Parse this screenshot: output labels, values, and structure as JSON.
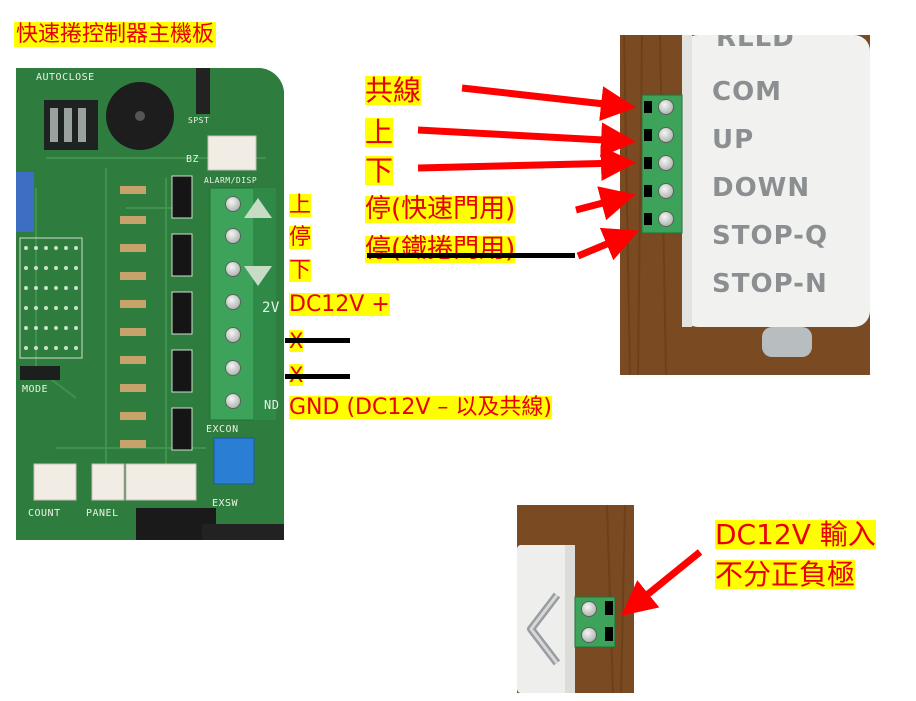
{
  "title": "快速捲控制器主機板",
  "pcb": {
    "labels": {
      "autoclose": "AUTOCLOSE",
      "bz": "BZ",
      "spst": "SPST",
      "alarm": "ALARM/DISP",
      "mode": "MODE",
      "excon": "EXCON",
      "exsw": "EXSW",
      "count": "COUNT",
      "panel": "PANEL",
      "volt": "2V",
      "nd": "ND"
    }
  },
  "terminal_labels": [
    "上",
    "停",
    "下",
    "DC12V +",
    "X",
    "X",
    "GND (DC12V – 以及共線)"
  ],
  "box_labels": {
    "top_partial": "RLLD",
    "com": "COM",
    "up": "UP",
    "down": "DOWN",
    "stop_q": "STOP-Q",
    "stop_n": "STOP-N"
  },
  "wire_labels": [
    "共線",
    "上",
    "下",
    "停(快速門用)",
    "停(鐵捲門用)"
  ],
  "power_label": {
    "line1": "DC12V 輸入",
    "line2": "不分正負極"
  },
  "colors": {
    "highlight": "#ffff00",
    "text_red": "#e8000a",
    "arrow_red": "#ff0000",
    "pcb_green": "#2f7d3e",
    "connector_green": "#3da35a",
    "wood": "#7a4a22",
    "box_white": "#f1f1ef"
  }
}
